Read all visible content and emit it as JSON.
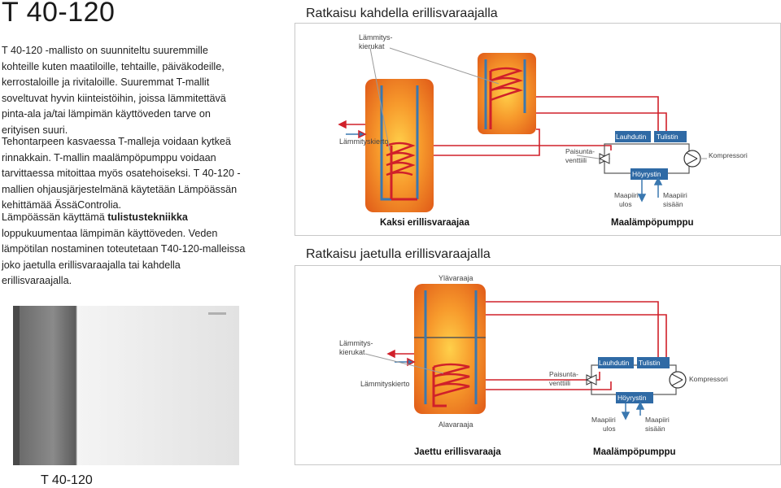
{
  "title": "T 40-120",
  "intro": {
    "p1": "T 40-120 -mallisto on suunniteltu suuremmille kohteille kuten maatiloille, tehtaille, päiväkodeille, kerrostaloille ja rivitaloille. Suuremmat T-mallit soveltuvat hyvin kiinteistöihin, joissa lämmitettävä pinta-ala ja/tai lämpimän käyttöveden tarve on erityisen suuri.",
    "p2": "Tehontarpeen kasvaessa T-malleja voidaan kytkeä rinnakkain. T-mallin maalämpöpumppu voidaan tarvittaessa mitoittaa myös osatehoiseksi. T 40-120 -mallien ohjausjärjestelmänä käytetään Lämpöässän kehittämää ÄssäControlia.",
    "p3_a": "Lämpöässän käyttämä ",
    "p3_bold": "tulistustekniikka",
    "p3_b": " loppukuumentaa lämpimän käyttöveden. Veden lämpötilan nostaminen toteutetaan T40-120-malleissa joko jaetulla erillisvaraajalla tai kahdella erillisvaraajalla."
  },
  "product_caption": "T 40-120",
  "diagram1": {
    "title": "Ratkaisu kahdella erillisvaraajalla",
    "lammitys_1": "Lämmitys-",
    "lammitys_2": "kierukat",
    "lammityskierto": "Lämmityskierto",
    "paisunta_1": "Paisunta-",
    "paisunta_2": "venttiili",
    "lauhdutin": "Lauhdutin",
    "tulistin": "Tulistin",
    "kompressori": "Kompressori",
    "hoyrystin": "Höyrystin",
    "maapiiri_ulos_1": "Maapiiri",
    "maapiiri_ulos_2": "ulos",
    "maapiiri_sisaan_1": "Maapiiri",
    "maapiiri_sisaan_2": "sisään",
    "caption_left": "Kaksi erillisvaraajaa",
    "caption_right": "Maalämpöpumppu"
  },
  "diagram2": {
    "title": "Ratkaisu jaetulla erillisvaraajalla",
    "ylavaraaja": "Ylävaraaja",
    "alavaraaja": "Alavaraaja",
    "lammitys_1": "Lämmitys-",
    "lammitys_2": "kierukat",
    "lammityskierto": "Lämmityskierto",
    "paisunta_1": "Paisunta-",
    "paisunta_2": "venttiili",
    "lauhdutin": "Lauhdutin",
    "tulistin": "Tulistin",
    "kompressori": "Kompressori",
    "hoyrystin": "Höyrystin",
    "maapiiri_ulos_1": "Maapiiri",
    "maapiiri_ulos_2": "ulos",
    "maapiiri_sisaan_1": "Maapiiri",
    "maapiiri_sisaan_2": "sisään",
    "caption_left": "Jaettu erillisvaraaja",
    "caption_right": "Maalämpöpumppu"
  },
  "colors": {
    "tank_orange": "#f07020",
    "pipe_red": "#d0202a",
    "pipe_blue": "#3a78b0"
  }
}
